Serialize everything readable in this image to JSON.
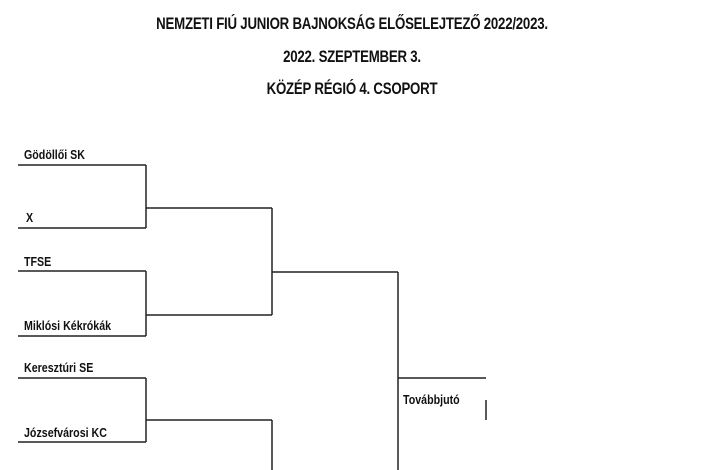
{
  "header": {
    "title": "NEMZETI FIÚ JUNIOR BAJNOKSÁG ELŐSELEJTEZŐ 2022/2023.",
    "date": "2022. SZEPTEMBER 3.",
    "group": "KÖZÉP RÉGIÓ 4. CSOPORT"
  },
  "bracket": {
    "teams": [
      "Gödöllői SK",
      "X",
      "TFSE",
      "Miklósi Kékrókák",
      "Keresztúri SE",
      "Józsefvárosi KC"
    ],
    "qualifier_label": "Továbbjutó"
  }
}
